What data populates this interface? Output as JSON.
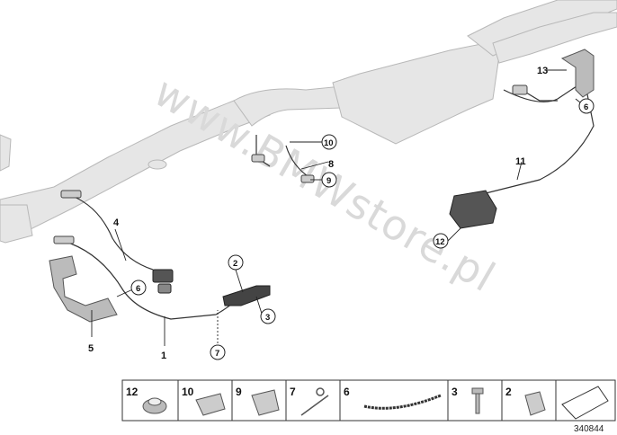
{
  "watermark": "www.BMWstore.pl",
  "doc_number": "340844",
  "callouts": {
    "c1": "1",
    "c2": "2",
    "c3": "3",
    "c4": "4",
    "c5": "5",
    "c6a": "6",
    "c6b": "6",
    "c7": "7",
    "c8": "8",
    "c9": "9",
    "c10": "10",
    "c11": "11",
    "c12": "12",
    "c13": "13"
  },
  "legend": [
    "12",
    "10",
    "9",
    "7",
    "6",
    "3",
    "2"
  ],
  "colors": {
    "exhaust_fill": "#e6e6e6",
    "exhaust_stroke": "#b8b8b8",
    "wire": "#333333",
    "watermark": "#d9d9d9"
  }
}
